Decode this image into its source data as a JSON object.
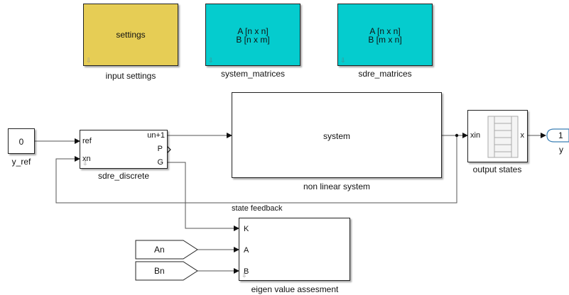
{
  "blocks": {
    "settings": {
      "inner": "settings",
      "caption": "input settings",
      "fill": "#e6cd55"
    },
    "system_matrices": {
      "inner_l1": "A [n x n]",
      "inner_l2": "B [n x m]",
      "caption": "system_matrices",
      "fill": "#05ccce"
    },
    "sdre_matrices": {
      "inner_l1": "A [n x n]",
      "inner_l2": "B [m x n]",
      "caption": "sdre_matrices",
      "fill": "#05ccce"
    },
    "y_ref": {
      "value": "0",
      "caption": "y_ref"
    },
    "sdre_discrete": {
      "caption": "sdre_discrete",
      "port_ref": "ref",
      "port_xn": "xn",
      "port_un1": "un+1",
      "port_P": "P",
      "port_G": "G"
    },
    "system": {
      "inner": "system",
      "caption": "non linear system"
    },
    "output_states": {
      "caption": "output states",
      "port_in": "xin",
      "port_out": "x"
    },
    "y_out": {
      "value": "1",
      "caption": "y"
    },
    "eigen": {
      "caption": "eigen value assesment",
      "port_K": "K",
      "port_A": "A",
      "port_B": "B"
    },
    "An": {
      "label": "An"
    },
    "Bn": {
      "label": "Bn"
    }
  },
  "annotations": {
    "feedback": "state feedback"
  },
  "colors": {
    "wire": "#555555",
    "subsystem_yellow": "#e6cd55",
    "subsystem_cyan": "#05ccce",
    "outport_border": "#3a7fb5"
  }
}
